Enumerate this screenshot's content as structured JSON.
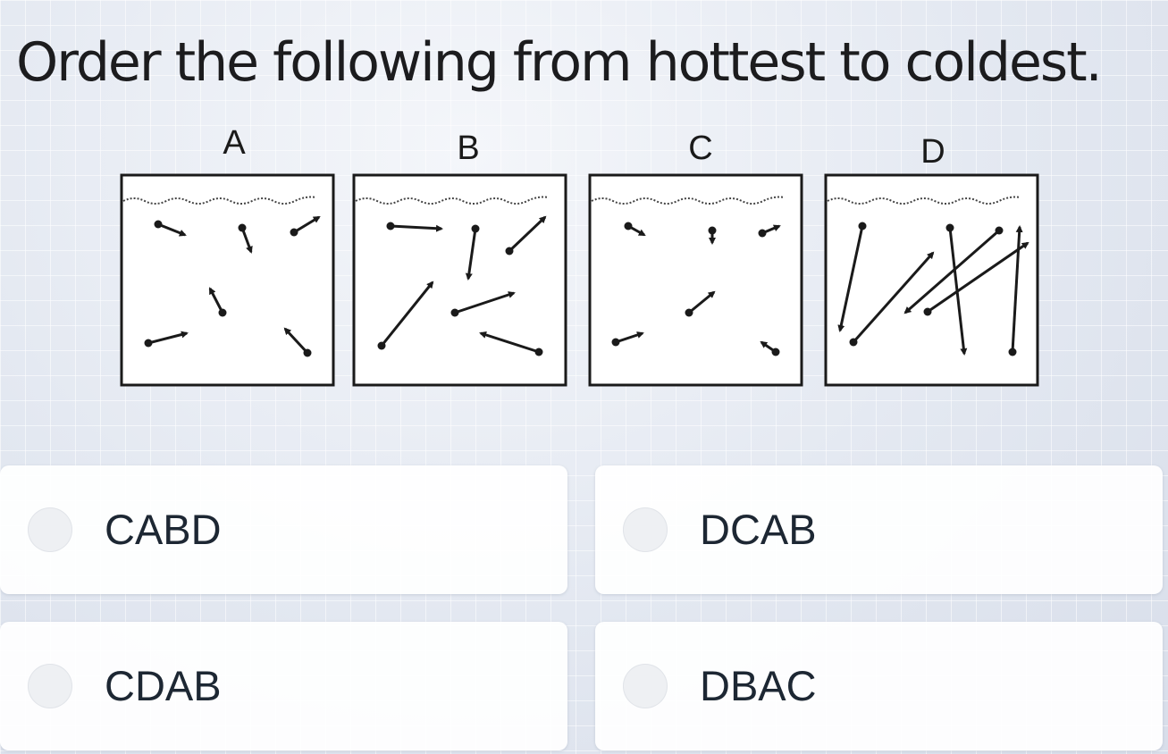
{
  "question": "Order the following from hottest to coldest.",
  "figure": {
    "panels": [
      {
        "id": "a",
        "label": "A"
      },
      {
        "id": "b",
        "label": "B"
      },
      {
        "id": "c",
        "label": "C"
      },
      {
        "id": "d",
        "label": "D"
      }
    ]
  },
  "options": [
    {
      "label": "CABD"
    },
    {
      "label": "DCAB"
    },
    {
      "label": "CDAB"
    },
    {
      "label": "DBAC"
    }
  ]
}
